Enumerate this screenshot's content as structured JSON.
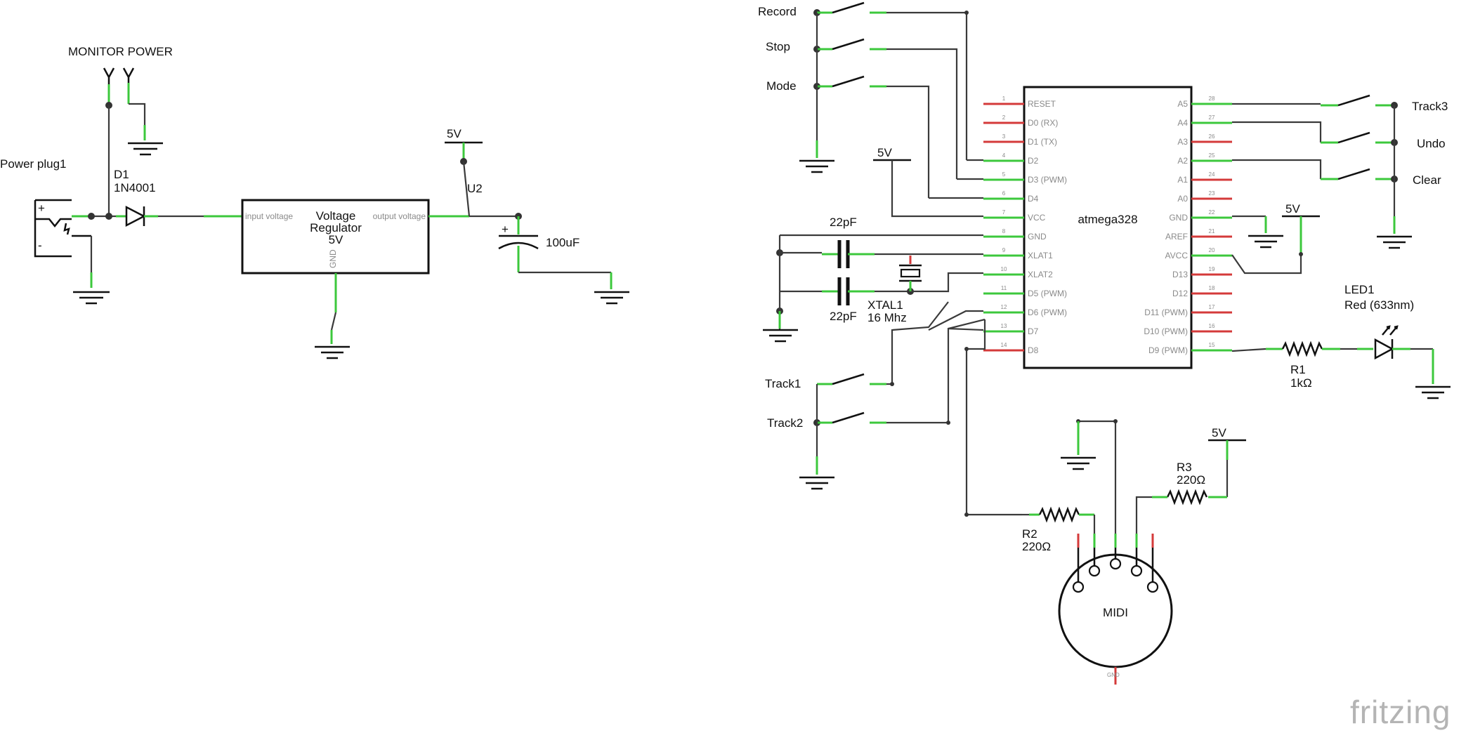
{
  "power": {
    "monitor_power": "MONITOR POWER",
    "power_plug": "Power plug1",
    "plug_plus": "+",
    "plug_minus": "-",
    "d1_ref": "D1",
    "d1_value": "1N4001",
    "reg_input": "input voltage",
    "reg_output": "output voltage",
    "reg_name_1": "Voltage",
    "reg_name_2": "Regulator",
    "reg_name_3": "5V",
    "reg_gnd": "GND",
    "five_v": "5V",
    "u2": "U2",
    "cap_value": "100uF",
    "cap_plus": "+"
  },
  "switches": {
    "record": "Record",
    "stop": "Stop",
    "mode": "Mode",
    "track1": "Track1",
    "track2": "Track2",
    "track3": "Track3",
    "undo": "Undo",
    "clear": "Clear"
  },
  "crystal": {
    "cap_top": "22pF",
    "cap_bottom": "22pF",
    "xtal_ref": "XTAL1",
    "xtal_value": "16 Mhz",
    "vcc_5v": "5V"
  },
  "mcu": {
    "name": "atmega328",
    "left_pins": [
      {
        "n": "1",
        "label": "RESET"
      },
      {
        "n": "2",
        "label": "D0 (RX)"
      },
      {
        "n": "3",
        "label": "D1 (TX)"
      },
      {
        "n": "4",
        "label": "D2"
      },
      {
        "n": "5",
        "label": "D3 (PWM)"
      },
      {
        "n": "6",
        "label": "D4"
      },
      {
        "n": "7",
        "label": "VCC"
      },
      {
        "n": "8",
        "label": "GND"
      },
      {
        "n": "9",
        "label": "XLAT1"
      },
      {
        "n": "10",
        "label": "XLAT2"
      },
      {
        "n": "11",
        "label": "D5 (PWM)"
      },
      {
        "n": "12",
        "label": "D6 (PWM)"
      },
      {
        "n": "13",
        "label": "D7"
      },
      {
        "n": "14",
        "label": "D8"
      }
    ],
    "right_pins": [
      {
        "n": "28",
        "label": "A5"
      },
      {
        "n": "27",
        "label": "A4"
      },
      {
        "n": "26",
        "label": "A3"
      },
      {
        "n": "25",
        "label": "A2"
      },
      {
        "n": "24",
        "label": "A1"
      },
      {
        "n": "23",
        "label": "A0"
      },
      {
        "n": "22",
        "label": "GND"
      },
      {
        "n": "21",
        "label": "AREF"
      },
      {
        "n": "20",
        "label": "AVCC"
      },
      {
        "n": "19",
        "label": "D13"
      },
      {
        "n": "18",
        "label": "D12"
      },
      {
        "n": "17",
        "label": "D11 (PWM)"
      },
      {
        "n": "16",
        "label": "D10 (PWM)"
      },
      {
        "n": "15",
        "label": "D9 (PWM)"
      }
    ],
    "avcc_5v": "5V"
  },
  "led": {
    "ref": "LED1",
    "value": "Red (633nm)",
    "r1_ref": "R1",
    "r1_value": "1kΩ"
  },
  "midi": {
    "name": "MIDI",
    "gnd": "GND",
    "r2_ref": "R2",
    "r2_value": "220Ω",
    "r3_ref": "R3",
    "r3_value": "220Ω",
    "five_v": "5V"
  },
  "brand": {
    "logo": "fritzing"
  },
  "colors": {
    "pin_connected": "#3cc83c",
    "pin_unconnected": "#d43a3a",
    "wire": "#3a3a3a",
    "logo": "#b4b4b4"
  }
}
